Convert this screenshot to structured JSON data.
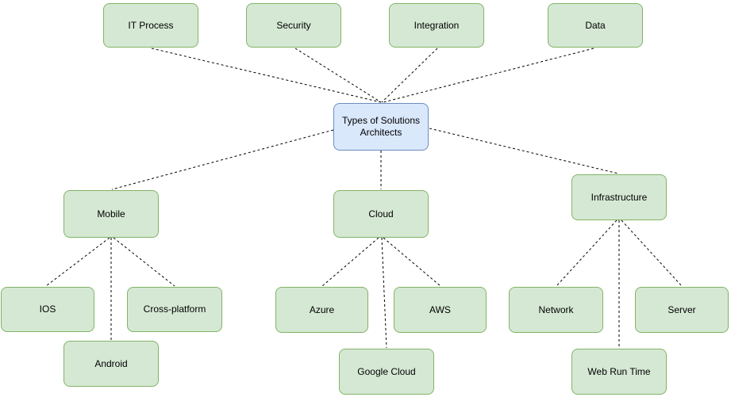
{
  "colors": {
    "background": "#ffffff",
    "branch_fill": "#d5e8d4",
    "branch_stroke": "#82b366",
    "root_fill": "#dae8fc",
    "root_stroke": "#6c8ebf",
    "edge_stroke": "#000000",
    "text": "#000000"
  },
  "nodes": {
    "root": {
      "label": "Types of Solutions Architects"
    },
    "it_process": {
      "label": "IT Process"
    },
    "security": {
      "label": "Security"
    },
    "integration": {
      "label": "Integration"
    },
    "data_node": {
      "label": "Data"
    },
    "mobile": {
      "label": "Mobile"
    },
    "cloud": {
      "label": "Cloud"
    },
    "infrastructure": {
      "label": "Infrastructure"
    },
    "ios": {
      "label": "IOS"
    },
    "cross_platform": {
      "label": "Cross-platform"
    },
    "android": {
      "label": "Android"
    },
    "azure": {
      "label": "Azure"
    },
    "aws": {
      "label": "AWS"
    },
    "google_cloud": {
      "label": "Google Cloud"
    },
    "network": {
      "label": "Network"
    },
    "server": {
      "label": "Server"
    },
    "web_run_time": {
      "label": "Web Run Time"
    }
  },
  "edges": [
    {
      "from": "it_process",
      "to": "root"
    },
    {
      "from": "security",
      "to": "root"
    },
    {
      "from": "integration",
      "to": "root"
    },
    {
      "from": "data_node",
      "to": "root"
    },
    {
      "from": "root",
      "to": "mobile"
    },
    {
      "from": "root",
      "to": "cloud"
    },
    {
      "from": "root",
      "to": "infrastructure"
    },
    {
      "from": "mobile",
      "to": "ios"
    },
    {
      "from": "mobile",
      "to": "android"
    },
    {
      "from": "mobile",
      "to": "cross_platform"
    },
    {
      "from": "cloud",
      "to": "azure"
    },
    {
      "from": "cloud",
      "to": "google_cloud"
    },
    {
      "from": "cloud",
      "to": "aws"
    },
    {
      "from": "infrastructure",
      "to": "network"
    },
    {
      "from": "infrastructure",
      "to": "web_run_time"
    },
    {
      "from": "infrastructure",
      "to": "server"
    }
  ]
}
